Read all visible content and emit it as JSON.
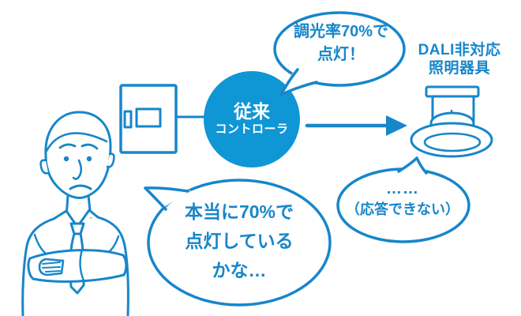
{
  "colors": {
    "line_blue": "#1786ca",
    "circle_fill": "#0f96d5",
    "bubble_fill": "#ffffff",
    "text_on_circle": "#ffffff"
  },
  "controller_circle": {
    "line1": "従来",
    "line2": "コントローラ"
  },
  "fixture_label": {
    "line1": "DALI非対応",
    "line2": "照明器具"
  },
  "bubbles": {
    "command": {
      "line1": "調光率70%で",
      "line2": "点灯！"
    },
    "response": {
      "line1": "……",
      "line2": "（応答できない）"
    },
    "thought": {
      "line1": "本当に70%で",
      "line2": "点灯している",
      "line3": "かな…"
    }
  },
  "icons": {
    "man": "worried-man-with-crossed-arms",
    "controller_box": "wall-controller-device",
    "arrow": "signal-arrow-right",
    "fixture": "ceiling-downlight-fixture"
  }
}
